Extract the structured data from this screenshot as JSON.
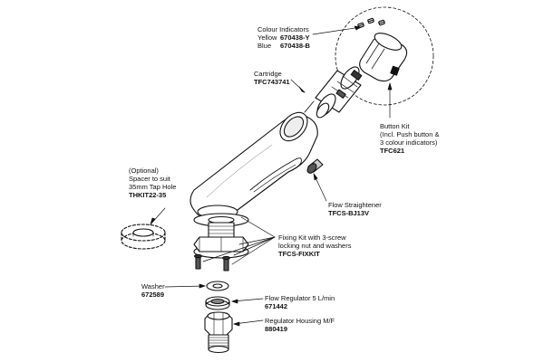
{
  "labels": {
    "colour_indicators": {
      "title": "Colour Indicators",
      "yellow_name": "Yellow",
      "yellow_code": "670438-Y",
      "blue_name": "Blue",
      "blue_code": "670438-B"
    },
    "cartridge": {
      "title": "Cartridge",
      "code": "TFC743741"
    },
    "button_kit": {
      "line1": "Button Kit",
      "line2": "(Incl. Push button &",
      "line3": "3 colour indicators)",
      "code": "TFC621"
    },
    "spacer": {
      "line1": "(Optional)",
      "line2": "Spacer to suit",
      "line3": "35mm Tap Hole",
      "code": "THKIT22-35"
    },
    "flow_straightener": {
      "title": "Flow Straightener",
      "code": "TFCS-BJ13V"
    },
    "fixing_kit": {
      "line1": "Fixing Kit with 3-screw",
      "line2": "locking nut and washers",
      "code": "TFCS-FIXKIT"
    },
    "washer": {
      "title": "Washer",
      "code": "672589"
    },
    "flow_regulator": {
      "title": "Flow Regulator 5 L/min",
      "code": "671442"
    },
    "regulator_housing": {
      "title": "Regulator Housing M/F",
      "code": "880419"
    }
  }
}
